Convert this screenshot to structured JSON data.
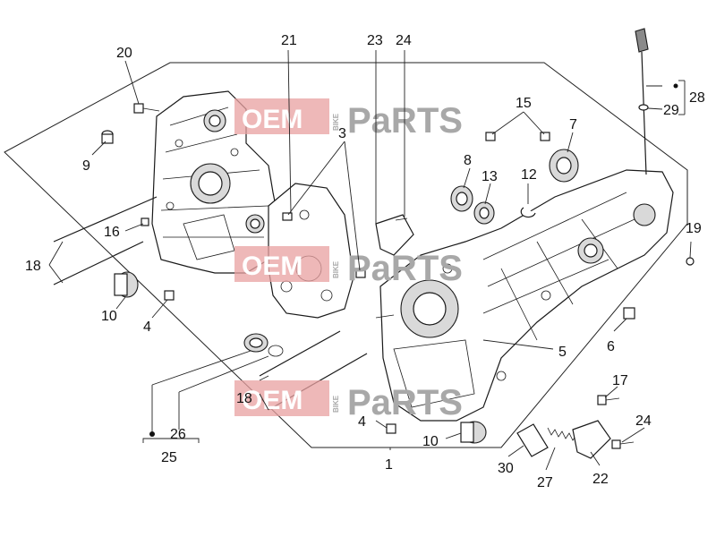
{
  "callouts": [
    {
      "id": "c1",
      "text": "1"
    },
    {
      "id": "c3",
      "text": "3"
    },
    {
      "id": "c4a",
      "text": "4"
    },
    {
      "id": "c4b",
      "text": "4"
    },
    {
      "id": "c5",
      "text": "5"
    },
    {
      "id": "c6",
      "text": "6"
    },
    {
      "id": "c7",
      "text": "7"
    },
    {
      "id": "c8",
      "text": "8"
    },
    {
      "id": "c9",
      "text": "9"
    },
    {
      "id": "c10a",
      "text": "10"
    },
    {
      "id": "c10b",
      "text": "10"
    },
    {
      "id": "c12",
      "text": "12"
    },
    {
      "id": "c13",
      "text": "13"
    },
    {
      "id": "c15",
      "text": "15"
    },
    {
      "id": "c16",
      "text": "16"
    },
    {
      "id": "c17",
      "text": "17"
    },
    {
      "id": "c18a",
      "text": "18"
    },
    {
      "id": "c18b",
      "text": "18"
    },
    {
      "id": "c19",
      "text": "19"
    },
    {
      "id": "c20",
      "text": "20"
    },
    {
      "id": "c21",
      "text": "21"
    },
    {
      "id": "c22",
      "text": "22"
    },
    {
      "id": "c23",
      "text": "23"
    },
    {
      "id": "c24a",
      "text": "24"
    },
    {
      "id": "c24b",
      "text": "24"
    },
    {
      "id": "c25",
      "text": "25"
    },
    {
      "id": "c26",
      "text": "26"
    },
    {
      "id": "c27",
      "text": "27"
    },
    {
      "id": "c28",
      "text": "28"
    },
    {
      "id": "c29",
      "text": "29"
    },
    {
      "id": "c30",
      "text": "30"
    }
  ],
  "watermark": {
    "oem": "OEM",
    "bike": "BIKE",
    "parts": "PaRTS",
    "colors": {
      "red": "#e8a0a0",
      "grey": "#bdbdbd"
    }
  }
}
